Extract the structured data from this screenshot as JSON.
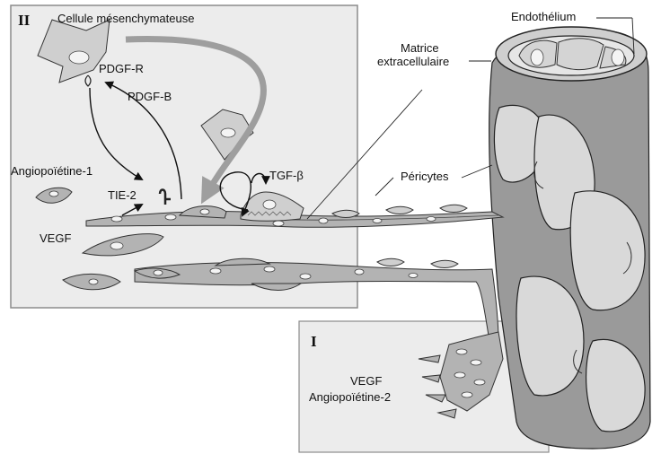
{
  "panels": {
    "panel_II": {
      "numeral": "II"
    },
    "panel_I": {
      "numeral": "I"
    }
  },
  "labels": {
    "mesenchymal_cell": "Cellule mésenchymateuse",
    "pdgf_r": "PDGF-R",
    "pdgf_b": "PDGF-B",
    "angiopoietin_1": "Angiopoïétine-1",
    "tie_2": "TIE-2",
    "vegf_top": "VEGF",
    "tgf_beta": "TGF-β",
    "extracellular_matrix_line1": "Matrice",
    "extracellular_matrix_line2": "extracellulaire",
    "endothelium": "Endothélium",
    "pericytes": "Péricytes",
    "vegf_bottom": "VEGF",
    "angiopoietin_2": "Angiopoïétine-2"
  },
  "colors": {
    "panel_background": "#ececec",
    "panel_border": "#8c8c8c",
    "cell_fill": "#b3b3b3",
    "vessel_dark": "#9a9a9a",
    "vessel_light": "#d9d9d9",
    "migration_arrow": "#9e9e9e"
  }
}
